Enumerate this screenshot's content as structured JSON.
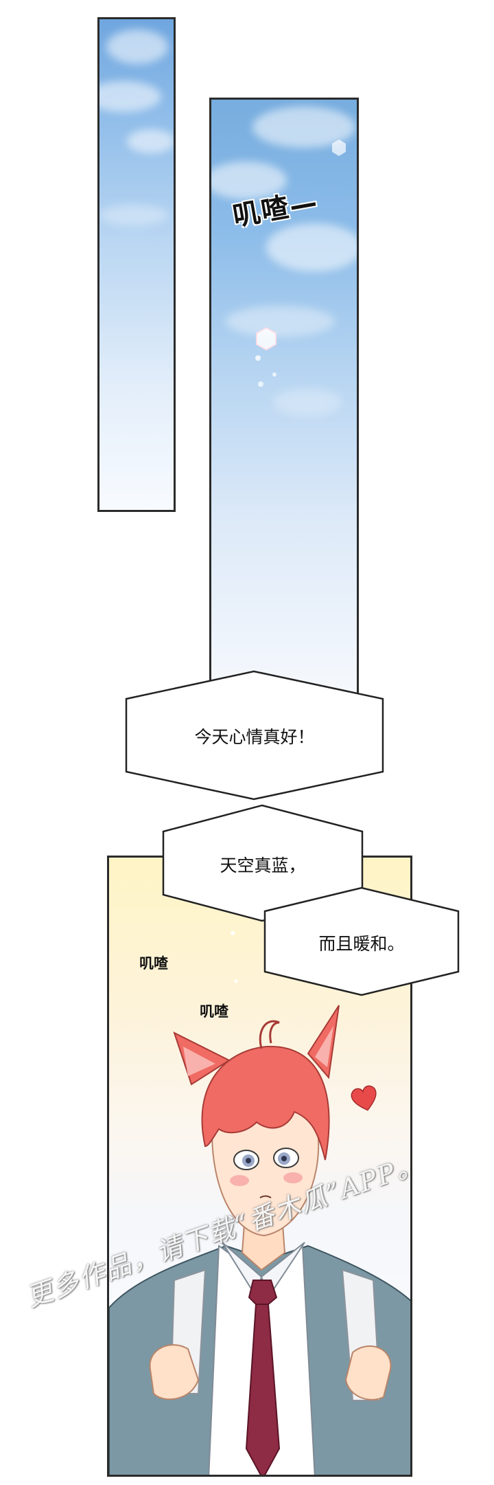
{
  "comic": {
    "sfx_main": "叽喳—",
    "bubble_1": "今天心情真好！",
    "bubble_2": "天空真蓝，",
    "bubble_3": "而且暖和。",
    "sfx_small_1": "叽喳",
    "sfx_small_2": "叽喳",
    "watermark": "更多作品，请下载“番木瓜”APP。"
  },
  "colors": {
    "panel_border": "#2b2b2b",
    "sky_top": "#6fa6df",
    "scene_warm": "#fff4c6",
    "hair": "#ef6b63",
    "jacket": "#7c98a4",
    "tie": "#8e2b45",
    "heart": "#e84a4a"
  }
}
